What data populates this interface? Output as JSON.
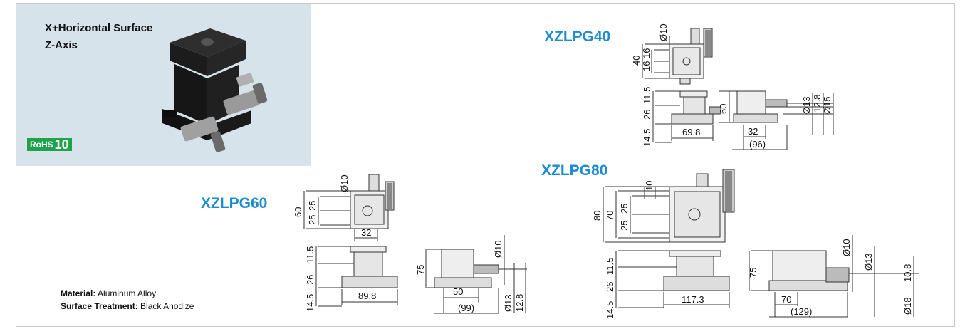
{
  "product": {
    "title_line1": "X+Horizontal Surface",
    "title_line2": "Z-Axis",
    "rohs_label": "RoHS",
    "rohs_number": "10"
  },
  "models": {
    "xzlpg40": "XZLPG40",
    "xzlpg60": "XZLPG60",
    "xzlpg80": "XZLPG80"
  },
  "specs": {
    "material_label": "Material:",
    "material_value": "Aluminum Alloy",
    "surface_label": "Surface Treatment:",
    "surface_value": "Black Anodize"
  },
  "dims": {
    "g40": {
      "d10": "Ø10",
      "h40": "40",
      "h16a": "16",
      "h16b": "16",
      "h11_5": "11.5",
      "h26": "26",
      "h14_5": "14.5",
      "w69_8": "69.8",
      "h60": "60",
      "d13": "Ø13",
      "h12_8": "12.8",
      "d15": "Ø15",
      "w32": "32",
      "w96": "(96)"
    },
    "g60": {
      "d10": "Ø10",
      "h60": "60",
      "h25a": "25",
      "h25b": "25",
      "w32": "32",
      "h11_5": "11.5",
      "h26": "26",
      "h14_5": "14.5",
      "w89_8": "89.8",
      "h75": "75",
      "d10b": "Ø10",
      "w50": "50",
      "w99": "(99)",
      "d13": "Ø13",
      "h12_8": "12.8"
    },
    "g80": {
      "h10": "10",
      "h80": "80",
      "h70": "70",
      "h25a": "25",
      "h25b": "25",
      "h11_5": "11.5",
      "h26": "26",
      "h14_5": "14.5",
      "w117_3": "117.3",
      "h75": "75",
      "d10": "Ø10",
      "d13": "Ø13",
      "h10_8": "10.8",
      "w70": "70",
      "w129": "(129)",
      "d18": "Ø18"
    }
  }
}
